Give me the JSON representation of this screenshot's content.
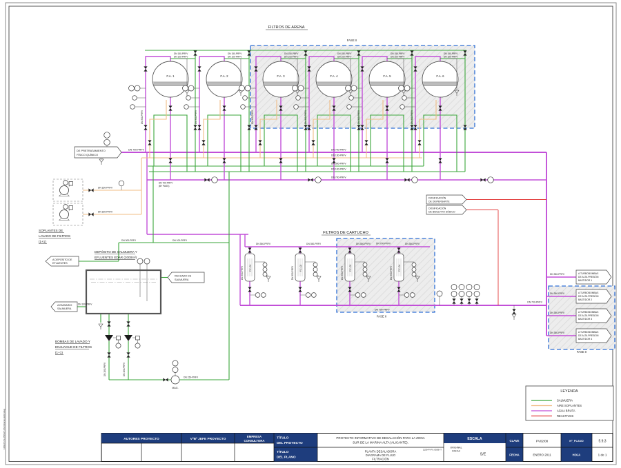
{
  "drawing": {
    "side_text": "1159-PI-PL-0509-IT-03-Filtracion-ED2.dwg",
    "arena_title": "FILTROS DE ARENA",
    "cartucho_title": "FILTROS DE CARTUCHO",
    "fase": "FASE II",
    "fa": [
      "F.A. 1",
      "F.A. 2",
      "F.A. 3",
      "F.A. 4",
      "F.A. 5",
      "F.A. 6"
    ],
    "fc": [
      "F.C.-01",
      "F.C.-02",
      "F.C.-03",
      "F.C.-04"
    ],
    "soplantes": [
      "SOPLANTES DE",
      "LAVADO DE FILTROS",
      "(1+1)"
    ],
    "deposito": [
      "DEPÓSITO DE SALMUERA Y",
      "EFLUENTES EDAR (2000m³)"
    ],
    "bombas": [
      "BOMBAS DE LAVADO Y",
      "ENJUAGUE DE FILTROS",
      "(1+1)"
    ]
  },
  "pipes": {
    "dn700": "DN 700-PRFV",
    "dn350": "DN 350-PRFV",
    "dn300": "DN 300-PRFV",
    "dn150": "DN 150-PRFV",
    "dn100": "DN 100-PRFV",
    "bypass": "(BY PASS)",
    "mag": "MAG."
  },
  "banners": {
    "pretratamiento": [
      "DE PRETRATAMIENTO",
      "FÍSICO QUÍMICO"
    ],
    "efluentes": [
      "A DEPÓSITO DE",
      "EFLUENTES"
    ],
    "emisario": [
      "A EMISARIO",
      "SALMUERA"
    ],
    "rechazo": [
      "RECHAZO DE",
      "SALMUERA"
    ],
    "dispersante": [
      "DOSIFICACIÓN",
      "DE DISPERSANTE"
    ],
    "bisulfito": [
      "DOSIFICACIÓN",
      "DE BISULFITO SÓDICO"
    ],
    "bastidor1": [
      "A TURBOBOMBAS",
      "DE ALTA PRESIÓN",
      "BASTIDOR 1"
    ],
    "bastidor2": [
      "A TURBOBOMBAS",
      "DE ALTA PRESIÓN",
      "BASTIDOR 2"
    ],
    "bastidor3": [
      "A TURBOBOMBAS",
      "DE ALTA PRESIÓN",
      "BASTIDOR 3"
    ],
    "bastidor4": [
      "A TURBOBOMBAS",
      "DE ALTA PRESIÓN",
      "BASTIDOR 4"
    ]
  },
  "legend": {
    "title": "LEYENDA",
    "items": [
      {
        "label": "SALMUERA",
        "color": "#3aa63a"
      },
      {
        "label": "AIRE SOPLANTES",
        "color": "#f0bd85"
      },
      {
        "label": "AGUA BRUTA",
        "color": "#c24fd8"
      },
      {
        "label": "REACTIVOS",
        "color": "#e23c3c"
      }
    ]
  },
  "titleblock": {
    "autores": "AUTORES  PROYECTO",
    "vob": "VºBº JEFE PROYECTO",
    "empresa": [
      "EMPRESA",
      "CONSULTORA"
    ],
    "titulo_proyecto": [
      "TÍTULO",
      "DEL PROYECTO"
    ],
    "titulo_plano": [
      "TÍTULO",
      "DEL PLANO"
    ],
    "proyecto": [
      "PROYECTO INFORMATIVO DE DESALACIÓN PARA LA ZONA",
      "SUR DE LA MARINA ALTA (ALICANTE)."
    ],
    "plano": [
      "PLANTA DESALADORA",
      "DIAGRAMA DE FLUJO",
      "FILTRACIÓN"
    ],
    "ref": "1159-PI-PL-0509-IT",
    "escala_label": "ESCALA",
    "original": [
      "ORIGINAL",
      "DIN A3"
    ],
    "escala": "S/E",
    "clave_label": "CLAVE",
    "clave": "PV02/08",
    "nplano_label": "Nº_PLANO",
    "nplano": "5.9.3",
    "fecha_label": "FECHA",
    "fecha": "ENERO 2011",
    "hoja_label": "HOJA",
    "hoja": "1 de 1"
  }
}
